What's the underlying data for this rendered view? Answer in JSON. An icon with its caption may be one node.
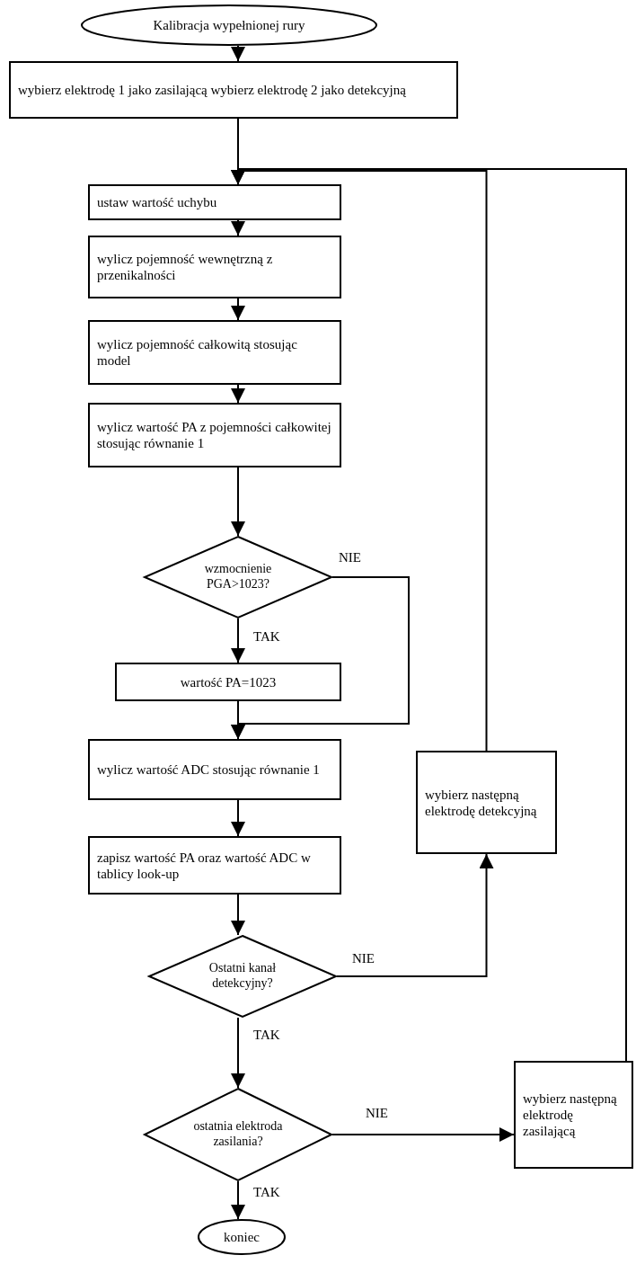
{
  "diagram": {
    "nodes": [
      {
        "text": [
          "Kalibracja wypełnionej rury"
        ]
      },
      {
        "text": [
          "wybierz elektrodę 1 jako zasilającą wybierz elektrodę 2 jako detekcyjną"
        ]
      },
      {
        "text": [
          "ustaw wartość uchybu"
        ]
      },
      {
        "text": [
          "wylicz pojemność wewnętrzną z przenikalności"
        ]
      },
      {
        "text": [
          "wylicz pojemność całkowitą stosując model"
        ]
      },
      {
        "text": [
          "wylicz wartość PA z pojemności całkowitej stosując równanie 1"
        ]
      },
      {
        "text": [
          "wzmocnienie PGA>1023?"
        ]
      },
      {
        "text": [
          "wartość PA=1023"
        ]
      },
      {
        "text": [
          "wylicz wartość ADC stosując równanie 1"
        ]
      },
      {
        "text": [
          "zapisz wartość PA oraz wartość ADC w tablicy look-up"
        ]
      },
      {
        "text": [
          "Ostatni kanał detekcyjny?"
        ]
      },
      {
        "text": [
          "wybierz następną elektrodę detekcyjną"
        ]
      },
      {
        "text": [
          "ostatnia elektroda zasilania?"
        ]
      },
      {
        "text": [
          "wybierz następną elektrodę zasilającą"
        ]
      },
      {
        "text": [
          "koniec"
        ]
      }
    ],
    "edges": [
      {
        "from": 0,
        "to": 1,
        "arrow": "to"
      },
      {
        "from": 1,
        "to": 2,
        "arrow": "to"
      },
      {
        "from": 2,
        "to": 3,
        "arrow": "to"
      },
      {
        "from": 3,
        "to": 4,
        "arrow": "to"
      },
      {
        "from": 4,
        "to": 5,
        "arrow": "to"
      },
      {
        "from": 5,
        "to": 6,
        "arrow": "to"
      },
      {
        "from": 6,
        "to": 7,
        "arrow": "to",
        "label": "TAK"
      },
      {
        "from": 6,
        "to": 8,
        "arrow": "to",
        "label": "NIE"
      },
      {
        "from": 7,
        "to": 8,
        "arrow": "to"
      },
      {
        "from": 8,
        "to": 9,
        "arrow": "to"
      },
      {
        "from": 9,
        "to": 10,
        "arrow": "to"
      },
      {
        "from": 10,
        "to": 11,
        "arrow": "to",
        "label": "NIE"
      },
      {
        "from": 11,
        "to": 2,
        "arrow": "to"
      },
      {
        "from": 10,
        "to": 12,
        "arrow": "to",
        "label": "TAK"
      },
      {
        "from": 12,
        "to": 13,
        "arrow": "to",
        "label": "NIE"
      },
      {
        "from": 13,
        "to": 2,
        "arrow": "to"
      },
      {
        "from": 12,
        "to": 14,
        "arrow": "to",
        "label": "TAK"
      }
    ]
  }
}
